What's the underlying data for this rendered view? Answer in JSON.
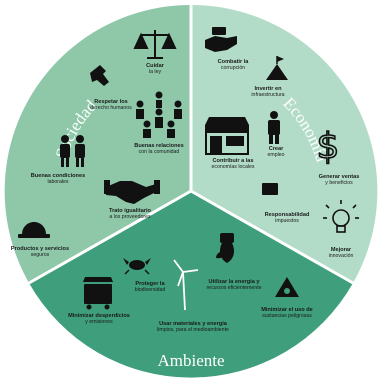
{
  "colors": {
    "sociedad": "#8ec8a9",
    "economia": "#b3dcc8",
    "ambiente": "#3f9e7c",
    "divider": "#ffffff",
    "icon": "#111111"
  },
  "sectors": {
    "sociedad": "Sociedad",
    "economia": "Economía",
    "ambiente": "Ambiente"
  },
  "sociedad_items": [
    {
      "icon": "scales-icon",
      "title": "Cuidar",
      "sub": "la ley"
    },
    {
      "icon": "raised-fist-icon",
      "title": "Respetar los",
      "sub": "derecho humanos"
    },
    {
      "icon": "community-circle-icon",
      "title": "Buenas relaciones",
      "sub": "con la comunidad"
    },
    {
      "icon": "workers-icon",
      "title": "Buenas condiciones",
      "sub": "laborales"
    },
    {
      "icon": "handshake-icon",
      "title": "Trato igualitario",
      "sub": "a los proveedores"
    },
    {
      "icon": "helmet-icon",
      "title": "Productos y servicios",
      "sub": "seguros"
    }
  ],
  "economia_items": [
    {
      "icon": "handshake-money-icon",
      "title": "Combatir la",
      "sub": "corrupción"
    },
    {
      "icon": "mountain-flag-icon",
      "title": "Invertir en",
      "sub": "infraestructura"
    },
    {
      "icon": "storefront-icon",
      "title": "Crear",
      "sub": "empleo"
    },
    {
      "icon": "shop-building-icon",
      "title": "Contribuir a las",
      "sub": "economías locales"
    },
    {
      "icon": "dollar-icon",
      "title": "Generar ventas",
      "sub": "y beneficios"
    },
    {
      "icon": "tax-icon",
      "title": "Responsabilidad",
      "sub": "impuestos"
    },
    {
      "icon": "lightbulb-icon",
      "title": "Mejorar",
      "sub": "innovación"
    }
  ],
  "ambiente_items": [
    {
      "icon": "crab-icon",
      "title": "Proteger la",
      "sub": "biodiversidad"
    },
    {
      "icon": "eco-bulb-icon",
      "title": "Utilizar la energía y",
      "sub": "recursos eficientemente"
    },
    {
      "icon": "wind-turbine-icon",
      "title": "Usar materiales y energía",
      "sub": "limpios, para el medioambiente"
    },
    {
      "icon": "dumpster-icon",
      "title": "Minimizar desperdicios",
      "sub": "y emisiones"
    },
    {
      "icon": "biohazard-icon",
      "title": "Minimizar el uso de",
      "sub": "sustancias peligrosas"
    }
  ]
}
